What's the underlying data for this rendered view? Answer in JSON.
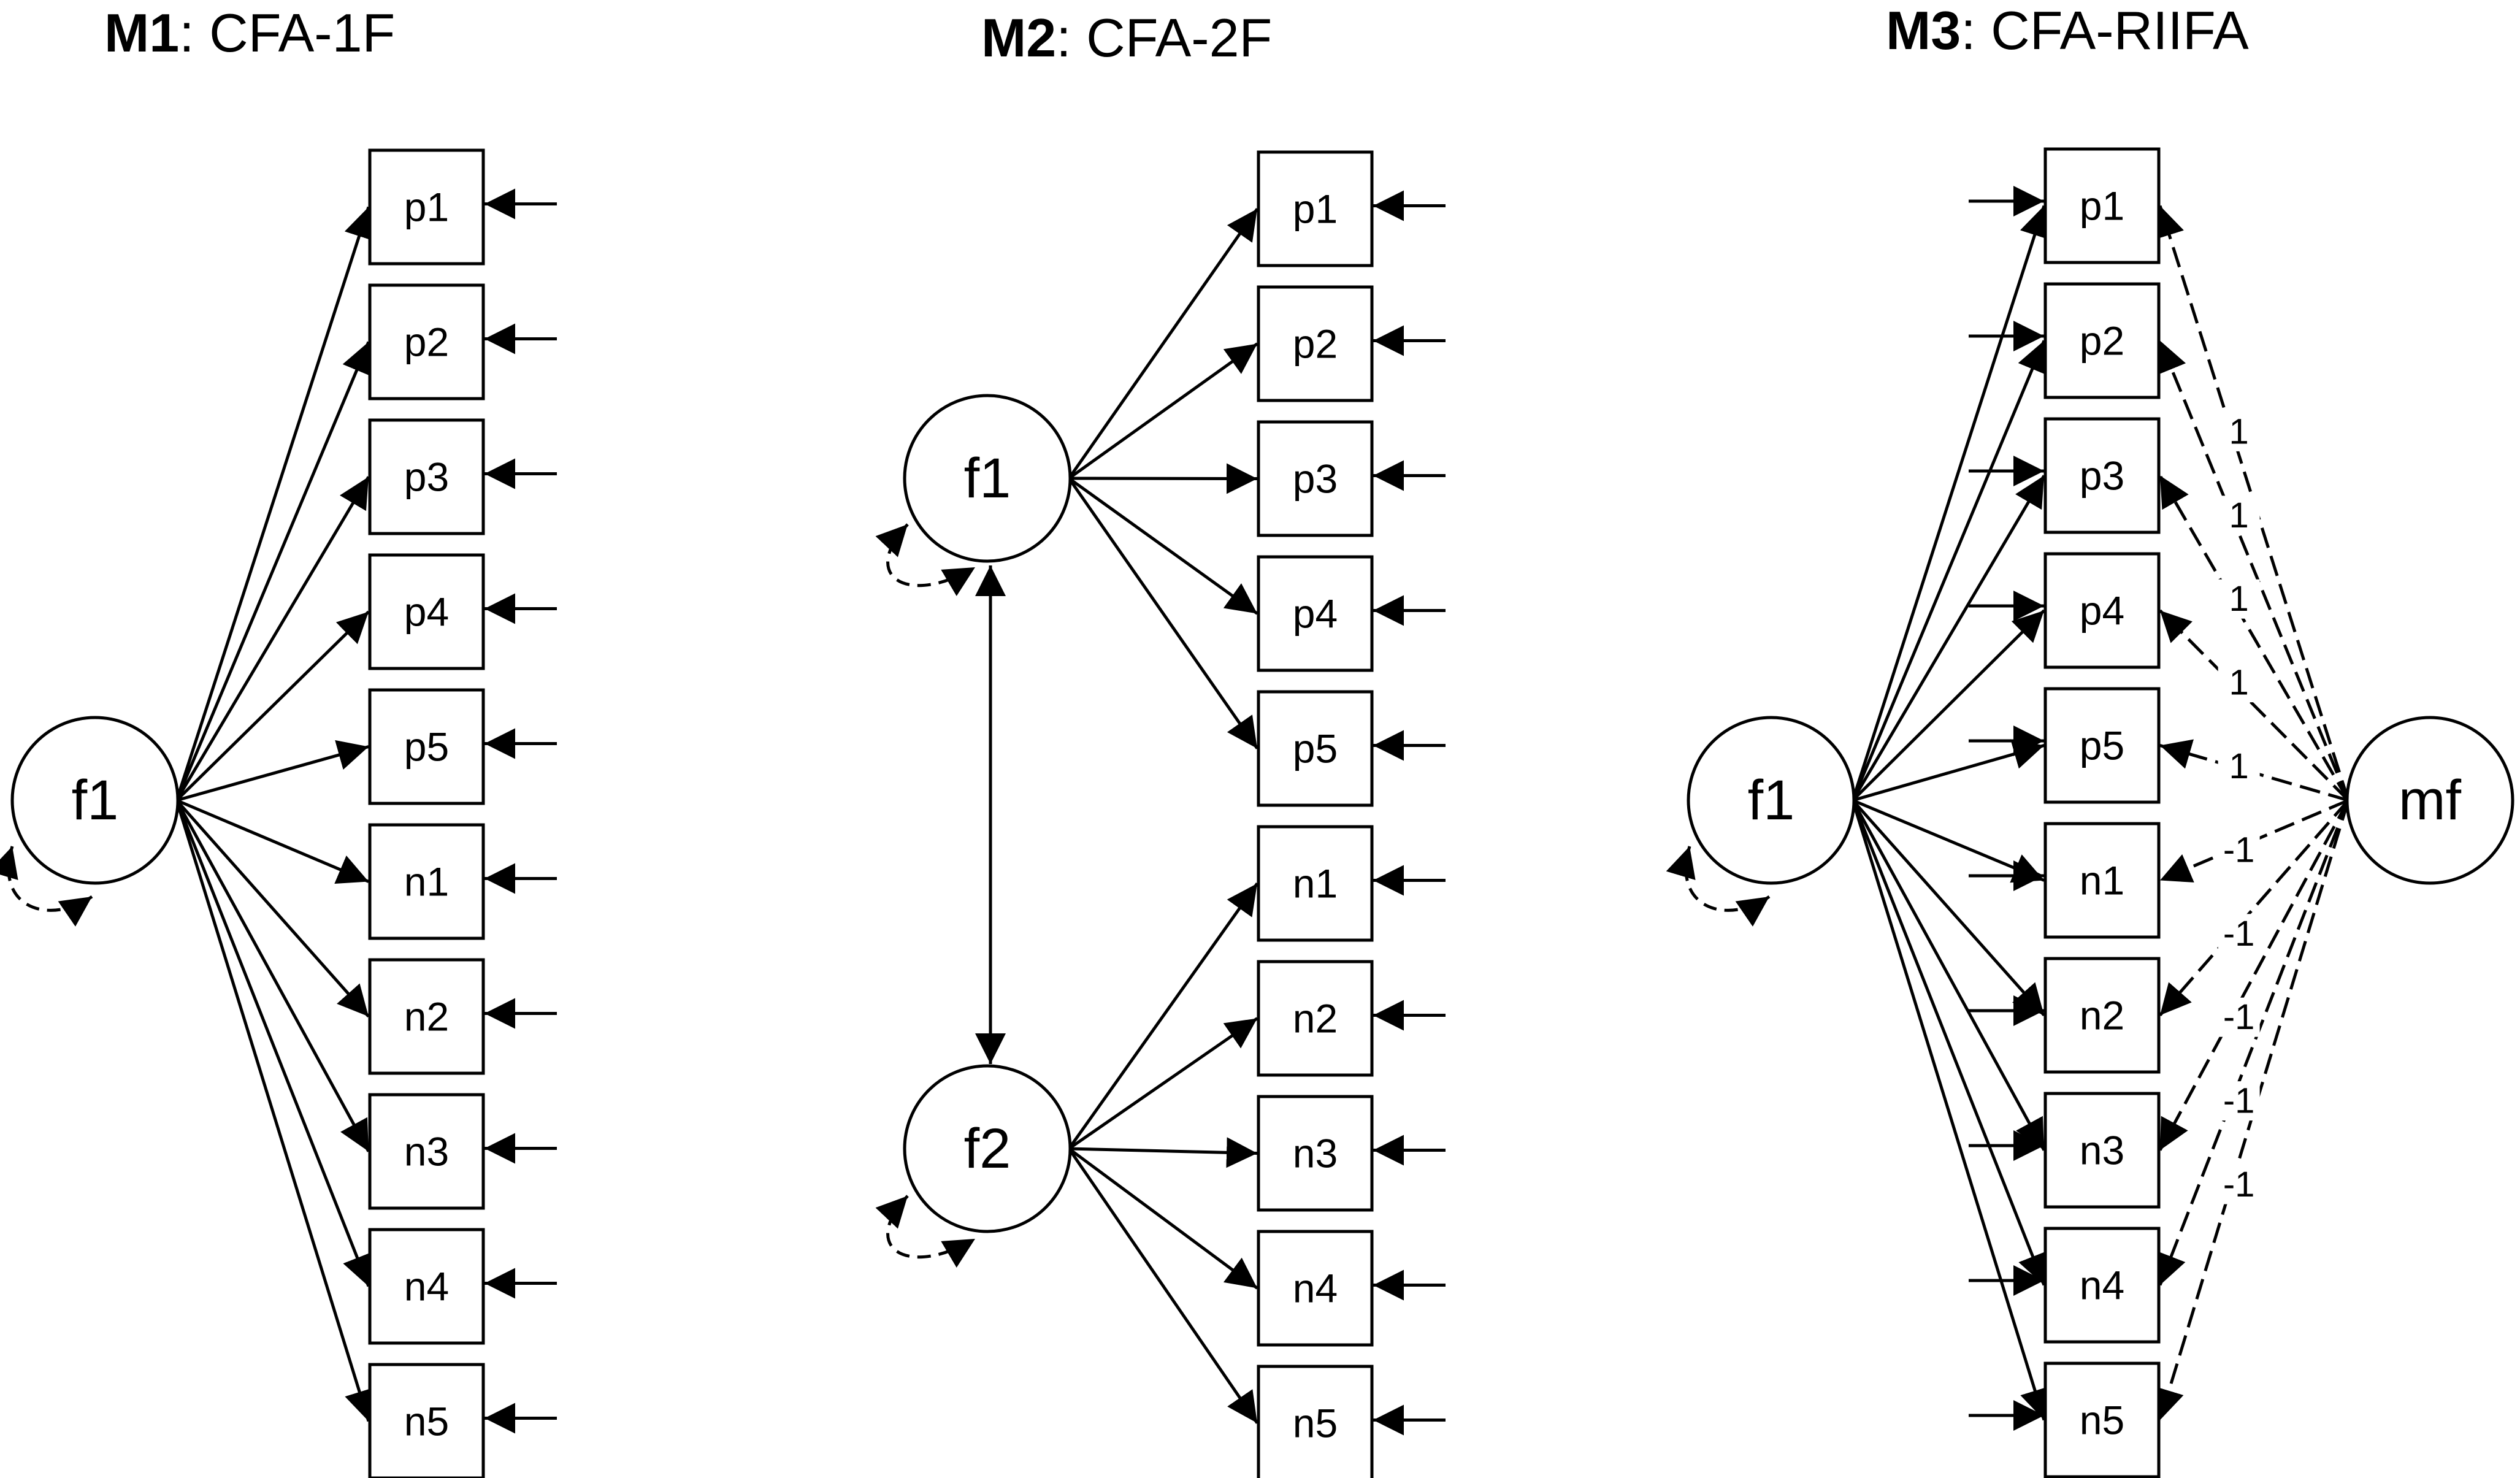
{
  "colors": {
    "stroke": "#000000",
    "background": "#ffffff"
  },
  "models": [
    {
      "id": "m1",
      "title_bold": "M1",
      "title_rest": ": CFA-1F",
      "factors": [
        {
          "label": "f1"
        }
      ],
      "factor_correlation": false,
      "method_factor": null,
      "items": [
        "p1",
        "p2",
        "p3",
        "p4",
        "p5",
        "n1",
        "n2",
        "n3",
        "n4",
        "n5"
      ],
      "error_arrow_side": "right"
    },
    {
      "id": "m2",
      "title_bold": "M2",
      "title_rest": ": CFA-2F",
      "factors": [
        {
          "label": "f1"
        },
        {
          "label": "f2"
        }
      ],
      "factor_correlation": true,
      "method_factor": null,
      "items": [
        "p1",
        "p2",
        "p3",
        "p4",
        "p5",
        "n1",
        "n2",
        "n3",
        "n4",
        "n5"
      ],
      "error_arrow_side": "right"
    },
    {
      "id": "m3",
      "title_bold": "M3",
      "title_rest": ": CFA-RIIFA",
      "factors": [
        {
          "label": "f1"
        }
      ],
      "factor_correlation": false,
      "method_factor": {
        "label": "mf",
        "loadings": [
          "1",
          "1",
          "1",
          "1",
          "1",
          "-1",
          "-1",
          "-1",
          "-1",
          "-1"
        ]
      },
      "items": [
        "p1",
        "p2",
        "p3",
        "p4",
        "p5",
        "n1",
        "n2",
        "n3",
        "n4",
        "n5"
      ],
      "error_arrow_side": "left"
    }
  ]
}
